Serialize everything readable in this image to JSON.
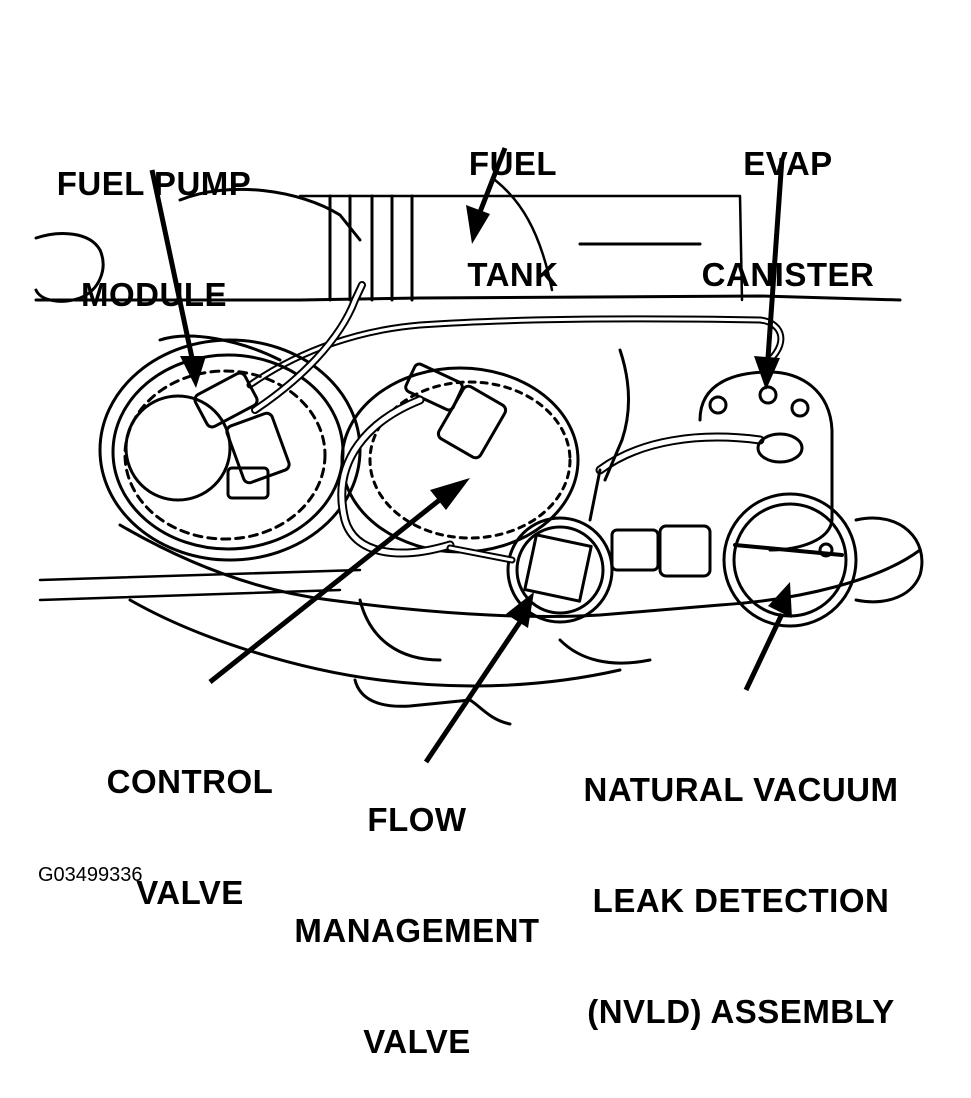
{
  "labels": {
    "fuel_pump_module": [
      "FUEL PUMP",
      "MODULE"
    ],
    "fuel_tank": [
      "FUEL",
      "TANK"
    ],
    "evap_canister": [
      "EVAP",
      "CANISTER"
    ],
    "control_valve": [
      "CONTROL",
      "VALVE"
    ],
    "flow_management_valve": [
      "FLOW",
      "MANAGEMENT",
      "VALVE"
    ],
    "nvld_assembly": [
      "NATURAL VACUUM",
      "LEAK DETECTION",
      "(NVLD) ASSEMBLY"
    ]
  },
  "figure_id": "G03499336",
  "colors": {
    "ink": "#000000",
    "paper": "#ffffff"
  }
}
